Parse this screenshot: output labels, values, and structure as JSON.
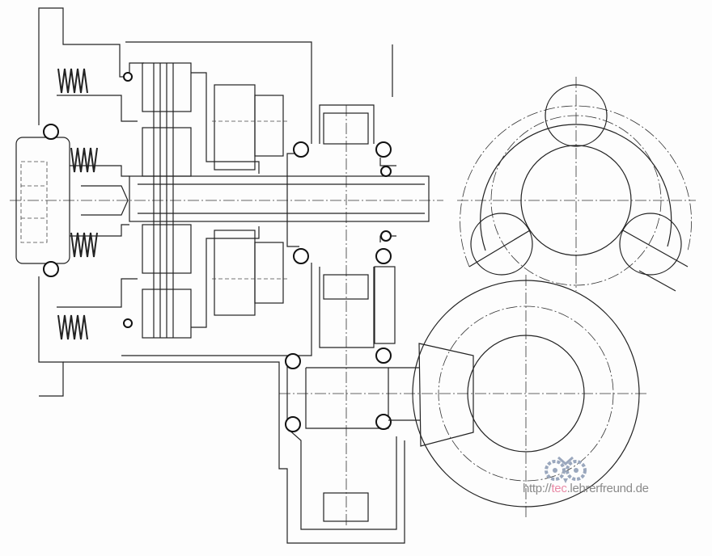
{
  "drawing": {
    "subject": "gearbox-clutch-sectional-drawing"
  },
  "watermark": {
    "prefix": "http://",
    "highlight": "tec",
    "suffix": ".lehrerfreund.de",
    "colors": {
      "text": "#8a8a8a",
      "highlight": "#e98aa6",
      "logo": "#9aa7bd"
    }
  }
}
